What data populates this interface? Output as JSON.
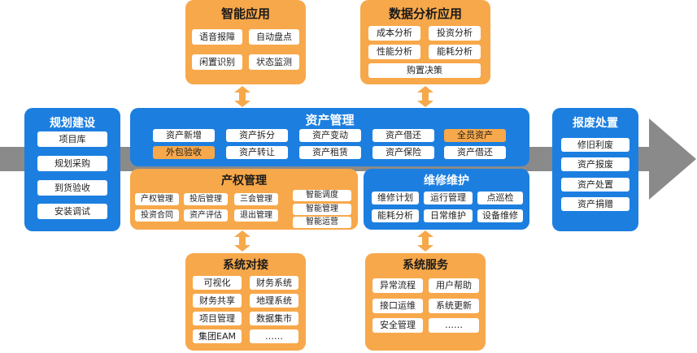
{
  "panels": {
    "smart_apps": {
      "title": "智能应用",
      "items": [
        "语音报障",
        "自动盘点",
        "闲置识别",
        "状态监测"
      ]
    },
    "data_analysis": {
      "title": "数据分析应用",
      "items": [
        "成本分析",
        "投资分析",
        "性能分析",
        "能耗分析",
        "购置决策"
      ]
    },
    "planning": {
      "title": "规划建设",
      "items": [
        "项目库",
        "规划采购",
        "到货验收",
        "安装调试"
      ]
    },
    "asset_mgmt": {
      "title": "资产管理",
      "row1": [
        "资产新增",
        "资产拆分",
        "资产变动",
        "资产借还",
        "全员资产"
      ],
      "row2": [
        "外包验收",
        "资产转让",
        "资产租赁",
        "资产保险",
        "资产借还"
      ]
    },
    "scrap": {
      "title": "报废处置",
      "items": [
        "修旧利废",
        "资产报废",
        "资产处置",
        "资产捐赠"
      ]
    },
    "property_rights": {
      "title": "产权管理",
      "left": [
        "产权管理",
        "投后管理",
        "三会管理",
        "投资合同",
        "资产评估",
        "退出管理"
      ],
      "right": [
        "智能调度",
        "智能管理",
        "智能运营"
      ]
    },
    "maintenance": {
      "title": "维修维护",
      "items": [
        "维修计划",
        "运行管理",
        "点巡检",
        "能耗分析",
        "日常维护",
        "设备维修"
      ]
    },
    "system_integration": {
      "title": "系统对接",
      "items": [
        "可视化",
        "财务系统",
        "财务共享",
        "地理系统",
        "项目管理",
        "数据集市",
        "集团EAM",
        "……"
      ]
    },
    "system_service": {
      "title": "系统服务",
      "items": [
        "异常流程",
        "用户帮助",
        "接口运维",
        "系统更新",
        "安全管理",
        "……"
      ]
    }
  },
  "colors": {
    "orange": "#f7a84a",
    "blue": "#1c7fe0",
    "band": "#8a8a8a"
  }
}
